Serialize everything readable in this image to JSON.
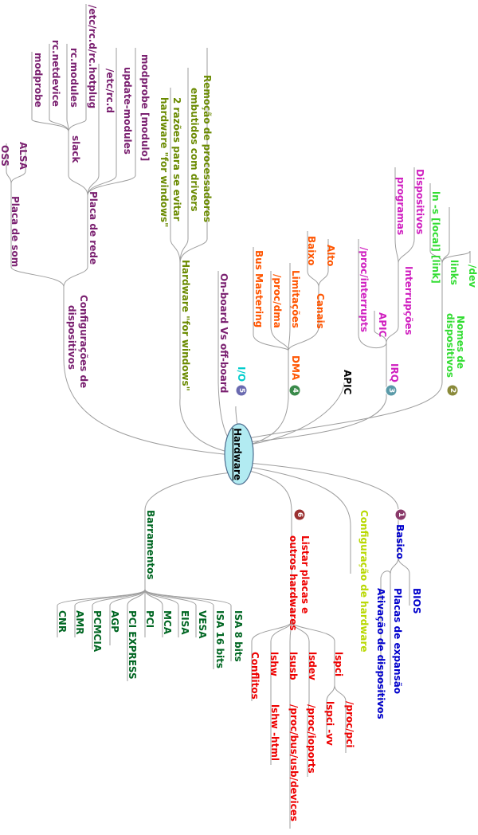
{
  "center": {
    "label": "Hardware"
  },
  "colors": {
    "line": "#9e9e9e",
    "center_fill": "#b2ebf2",
    "center_stroke": "#4a6a8c",
    "green": "#33dd33",
    "magenta": "#d020c0",
    "purple": "#7a2070",
    "orange": "#ff5500",
    "olive": "#6a8a00",
    "darkgreen": "#006622",
    "red": "#ee0000",
    "blue": "#0000cc",
    "lime": "#b8d800",
    "cyan": "#00cccc"
  },
  "nodes": {
    "nomes_dispositivos_line1": "Nomes de",
    "nomes_dispositivos_line2": "dispositivos",
    "dev": "/dev",
    "links": "links",
    "ln_s": "ln -s [local] [link]",
    "irq": "IRQ",
    "interrupcoes": "Interrupções",
    "dispositivos": "Dispositivos",
    "programas": "programas",
    "apic_irq": "APIC",
    "proc_interrupts": "/proc/interrupts",
    "apic": "APIC",
    "dma": "DMA",
    "canais": "Canais",
    "alto": "Alto",
    "baixo": "Baixo",
    "limitacoes": "Limitações",
    "proc_dma": "/proc/dma",
    "bus_mastering": "Bus Mastering",
    "io": "I/O",
    "onboard": "On-board Vs off-board",
    "hw_windows": "Hardware \"for windows\"",
    "remocao_line1": "Remoção de processadores",
    "remocao_line2": "embutidos com drivers",
    "razoes_line1": "2 razões para se evitar",
    "razoes_line2": "hardware \"for windows\"",
    "config_line1": "Configurações de",
    "config_line2": "dispositivos",
    "placa_som": "Placa de som",
    "alsa": "ALSA",
    "oss": "OSS",
    "placa_rede": "Placa de rede",
    "modprobe_modulo": "modprobe [modulo]",
    "update_modules": "update-modules",
    "etc_rc_d": "/etc/rc.d",
    "slack": "slack",
    "etc_rc_hotplug": "/etc/rc.d/rc.hotplug",
    "rc_modules": "rc.modules",
    "rc_netdevice": "rc.netdevice",
    "modprobe": "modprobe",
    "basico": "Basico",
    "bios": "BIOS",
    "placas_expansao": "Placas de expansão",
    "ativacao": "Ativação de dispositivos",
    "config_hardware": "Configuração de hardware",
    "listar_line1": "Listar placas e",
    "listar_line2": "outros hardwares",
    "lspci": "lspci",
    "proc_pci": "/proc/pci",
    "lspci_vv": "lspci -vv",
    "lsdev": "lsdev",
    "proc_ioports": "/proc/ioports",
    "lsusb": "lsusb",
    "proc_bus_usb": "/proc/bus/usb/devices",
    "lshw": "lshw",
    "lshw_html": "lshw -html",
    "conflitos": "Conflitos",
    "barramentos": "Barramentos",
    "isa8": "ISA 8 bits",
    "isa16": "ISA 16 bits",
    "vesa": "VESA",
    "eisa": "EISA",
    "mca": "MCA",
    "pci": "PCI",
    "pci_express": "PCI EXPRESS",
    "agp": "AGP",
    "pcmcia": "PCMCIA",
    "amr": "AMR",
    "cnr": "CNR"
  },
  "badges": {
    "b1": "1",
    "b2": "2",
    "b3": "3",
    "b4": "4",
    "b5": "5",
    "b6": "6"
  }
}
